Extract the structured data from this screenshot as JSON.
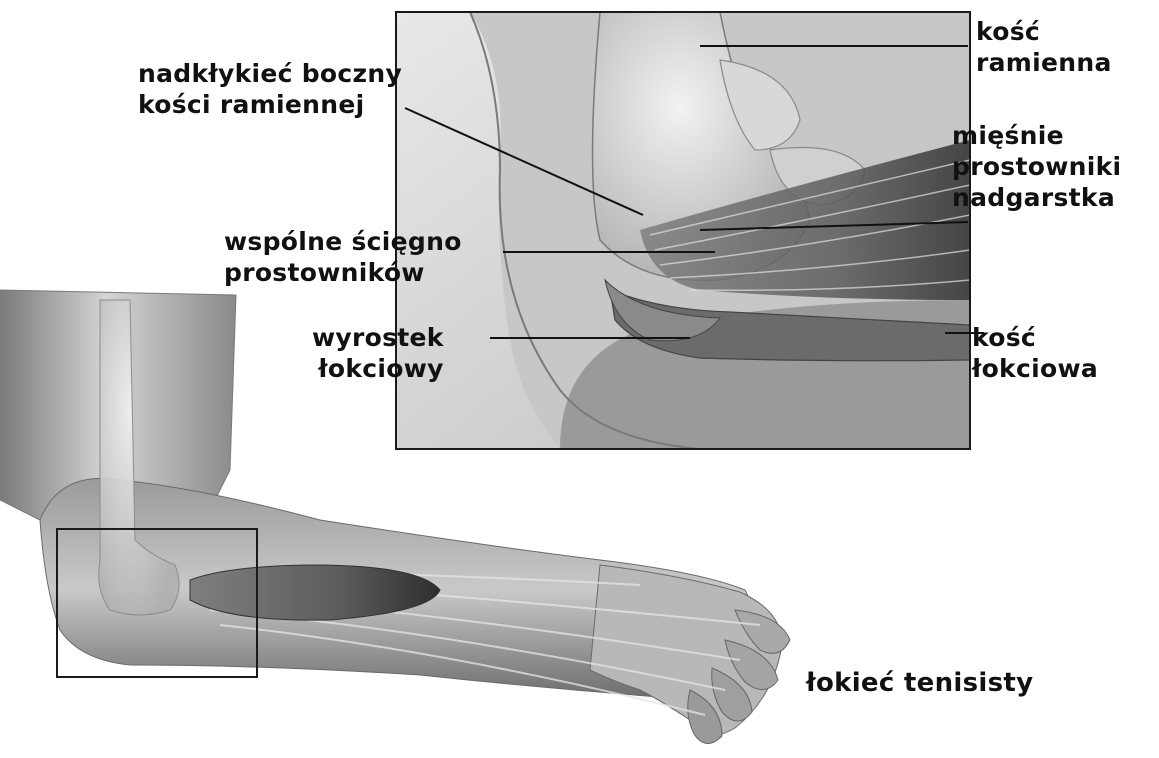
{
  "labels": {
    "epicondyle": [
      "nadkłykieć boczny",
      "kości ramiennej"
    ],
    "tendon": [
      "wspólne ścięgno",
      "prostowników"
    ],
    "olecranon": [
      "wyrostek",
      "łokciowy"
    ],
    "humerus": [
      "kość",
      "ramienna"
    ],
    "extensors": [
      "mięśnie",
      "prostowniki",
      "nadgarstka"
    ],
    "ulna": [
      "kość",
      "łokciowa"
    ],
    "title": "łokieć tenisisty"
  },
  "colors": {
    "background": "#ffffff",
    "skin_dark": "#5a5a5a",
    "skin_mid": "#8c8c8c",
    "skin_light": "#c8c8c8",
    "bone": "#dcdcdc",
    "muscle": "#6e6e6e",
    "frame": "#222222",
    "leader_line": "#111111"
  }
}
